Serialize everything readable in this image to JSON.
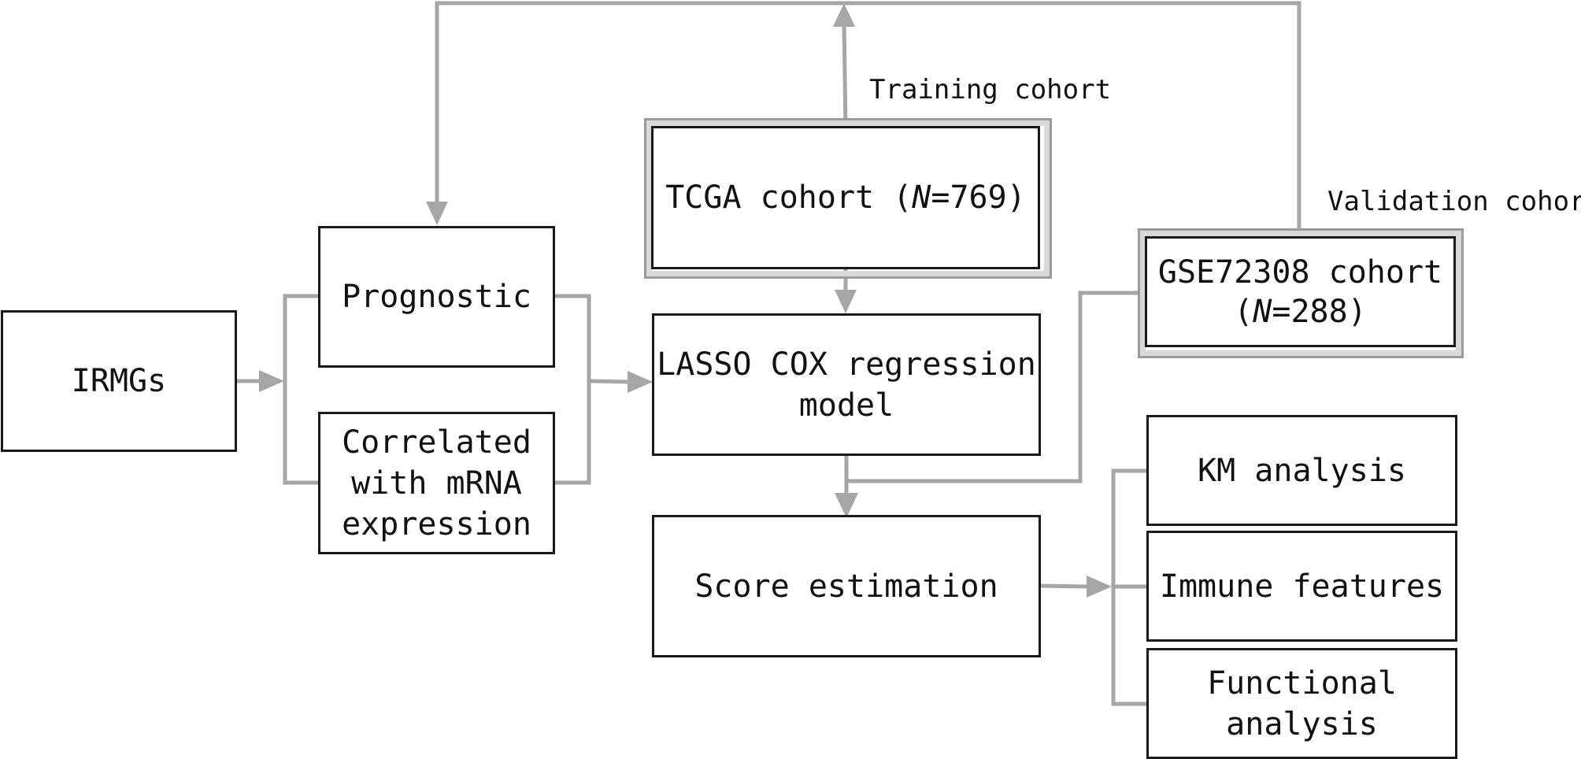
{
  "nodes": {
    "irmgs": "IRMGs",
    "prognostic": "Prognostic",
    "correlated": [
      "Correlated",
      "with mRNA",
      "expression"
    ],
    "tcga": {
      "prefix": "TCGA cohort (",
      "var": "N",
      "suffix": "=769)"
    },
    "lasso": [
      "LASSO COX regression",
      "model"
    ],
    "gse": {
      "line1": "GSE72308 cohort",
      "prefix": "(",
      "var": "N",
      "suffix": "=288)"
    },
    "score": "Score estimation",
    "km": "KM analysis",
    "immune": "Immune features",
    "functional": [
      "Functional",
      "analysis"
    ]
  },
  "labels": {
    "training": "Training cohort",
    "validation": "Validation cohort"
  },
  "colors": {
    "connector": "#a6a6a6",
    "box_border": "#1a1a1a",
    "frame": "#d9d9d9"
  }
}
